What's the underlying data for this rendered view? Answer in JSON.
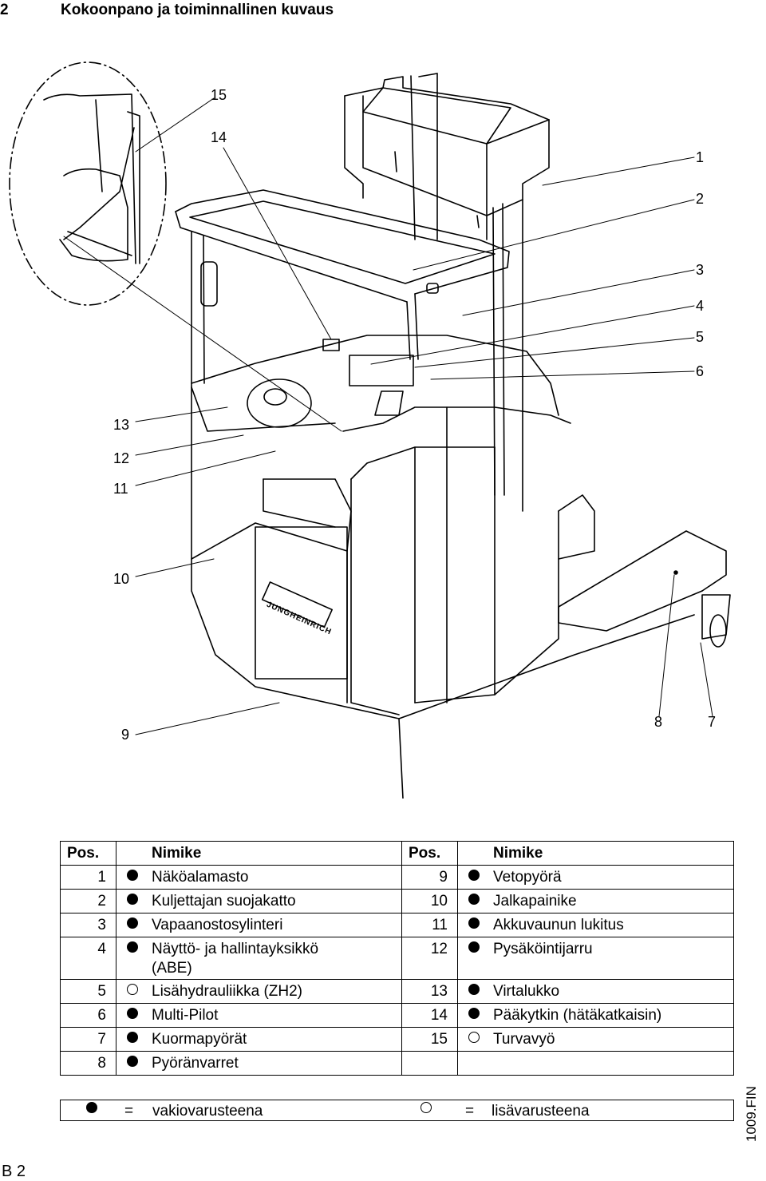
{
  "section": {
    "number": "2",
    "title": "Kokoonpano ja toiminnallinen kuvaus"
  },
  "callouts": [
    "15",
    "14",
    "1",
    "2",
    "3",
    "4",
    "5",
    "6",
    "13",
    "12",
    "11",
    "10",
    "9",
    "8",
    "7"
  ],
  "table": {
    "headers": {
      "pos_left": "Pos.",
      "name_left": "Nimike",
      "pos_right": "Pos.",
      "name_right": "Nimike"
    },
    "rows": [
      {
        "pos_l": "1",
        "std_l": true,
        "name_l": "Näköalamasto",
        "pos_r": "9",
        "std_r": true,
        "name_r": "Vetopyörä"
      },
      {
        "pos_l": "2",
        "std_l": true,
        "name_l": "Kuljettajan suojakatto",
        "pos_r": "10",
        "std_r": true,
        "name_r": "Jalkapainike"
      },
      {
        "pos_l": "3",
        "std_l": true,
        "name_l": "Vapaanostosylinteri",
        "pos_r": "11",
        "std_r": true,
        "name_r": "Akkuvaunun lukitus"
      },
      {
        "pos_l": "4",
        "std_l": true,
        "name_l": "Näyttö- ja hallintayksikkö",
        "name_l2": "(ABE)",
        "pos_r": "12",
        "std_r": true,
        "name_r": "Pysäköintijarru"
      },
      {
        "pos_l": "5",
        "std_l": false,
        "name_l": "Lisähydrauliikka (ZH2)",
        "pos_r": "13",
        "std_r": true,
        "name_r": "Virtalukko"
      },
      {
        "pos_l": "6",
        "std_l": true,
        "name_l": "Multi-Pilot",
        "pos_r": "14",
        "std_r": true,
        "name_r": "Pääkytkin (hätäkatkaisin)"
      },
      {
        "pos_l": "7",
        "std_l": true,
        "name_l": "Kuormapyörät",
        "pos_r": "15",
        "std_r": false,
        "name_r": "Turvavyö"
      },
      {
        "pos_l": "8",
        "std_l": true,
        "name_l": "Pyöränvarret",
        "pos_r": "",
        "name_r": ""
      }
    ]
  },
  "legend": {
    "eq": "=",
    "standard": "vakiovarusteena",
    "optional": "lisävarusteena"
  },
  "side_code": "1009.FIN",
  "page_number": "B 2",
  "brand_label": "JUNGHEINRICH"
}
